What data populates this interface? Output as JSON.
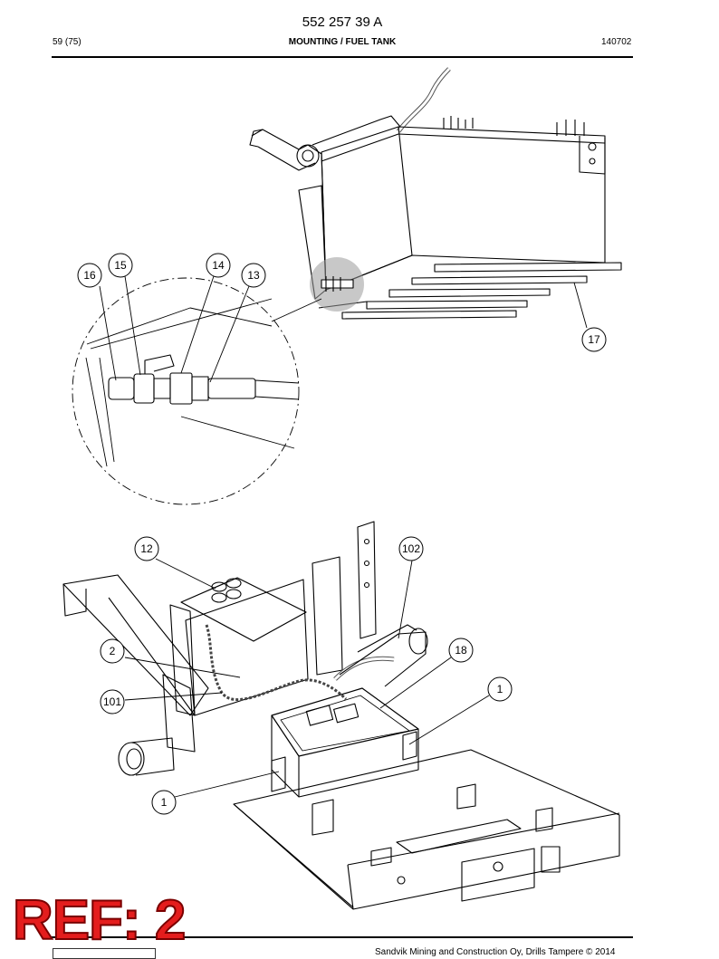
{
  "header": {
    "doc_number": "552 257 39 A",
    "page": "59 (75)",
    "title": "MOUNTING / FUEL TANK",
    "date_code": "140702"
  },
  "callouts_top": [
    "16",
    "15",
    "14",
    "13",
    "17"
  ],
  "callouts_bottom": [
    "12",
    "102",
    "2",
    "18",
    "1",
    "101",
    "1"
  ],
  "footer": {
    "copyright": "Sandvik Mining and Construction Oy, Drills Tampere © 2014"
  },
  "stamp": {
    "text": "REF: 2",
    "color": "#e41d1d"
  }
}
